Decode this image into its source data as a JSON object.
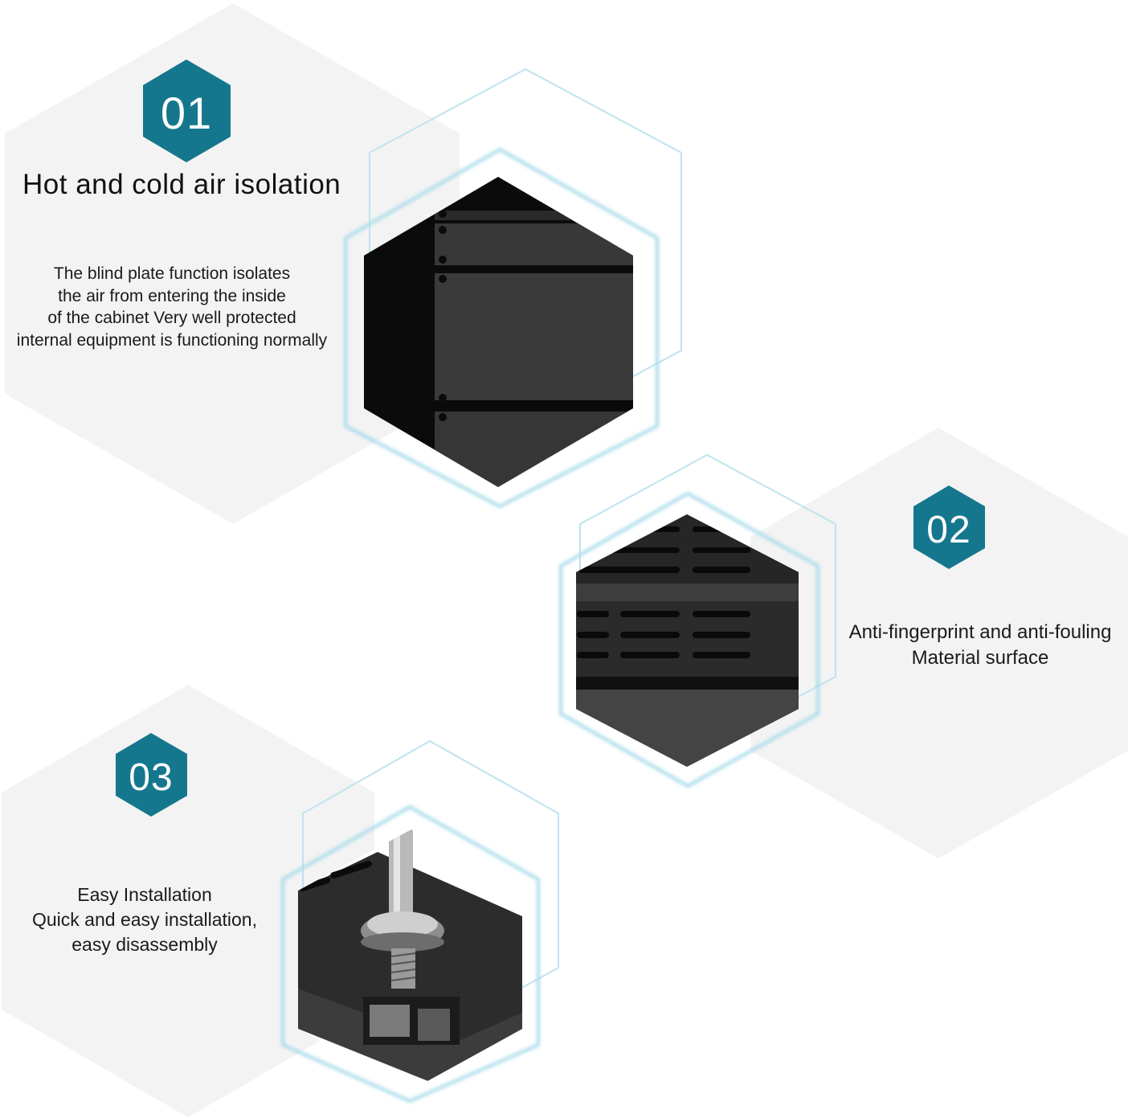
{
  "colors": {
    "badge": "#15778d",
    "hex_bg": "#f3f3f3",
    "outline": "#bfe3ef",
    "panel_dark": "#2d2d2d"
  },
  "features": [
    {
      "number": "01",
      "title": "Hot and cold air isolation",
      "description_lines": [
        "The blind plate function isolates",
        "the air from entering the inside",
        "of the cabinet Very well protected",
        "internal equipment is functioning normally"
      ],
      "image": "blind-plate-panel"
    },
    {
      "number": "02",
      "description_lines": [
        "Anti-fingerprint and anti-fouling",
        "Material surface"
      ],
      "image": "vented-panel-closeup"
    },
    {
      "number": "03",
      "description_lines": [
        "Easy Installation",
        "Quick and easy installation,",
        "easy disassembly"
      ],
      "image": "screw-installation-closeup"
    }
  ]
}
